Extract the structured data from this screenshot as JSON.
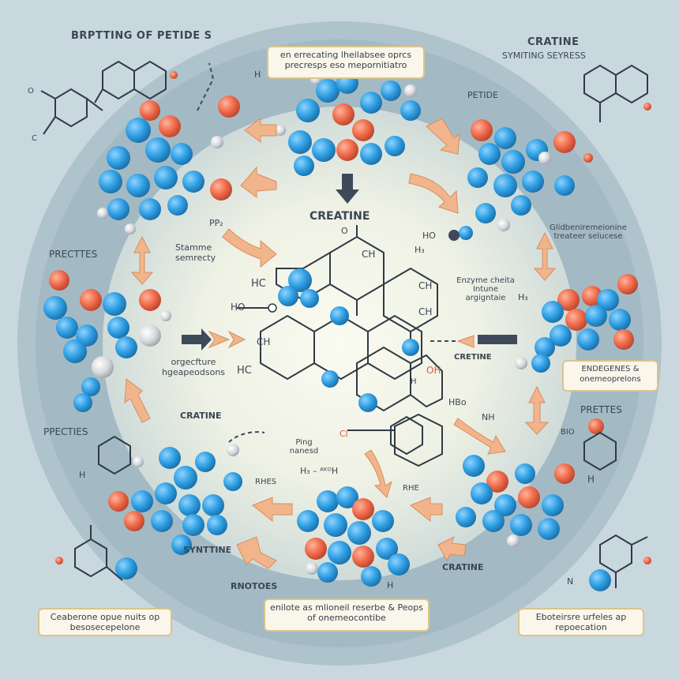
{
  "colors": {
    "background": "#c9d8de",
    "outer_ring": "#a8bdc7",
    "inner_glow": "#f4f6e9",
    "atom_blue": "#2f9fe3",
    "atom_red": "#ef6a4a",
    "atom_gray": "#d6d9dc",
    "arrow_peach": "#f2b48a",
    "arrow_dark": "#3e4a5a",
    "bond_line": "#2f3a46"
  },
  "labels": {
    "top_left_title": "BRPTTING OF PETIDE S",
    "top_right_title": "CRATINE",
    "top_right_subtitle": "SYMITING SEYRESS",
    "top_center_note": "en errecating lheilabsee oprcs precresps eso mepornitiatro",
    "petide": "PETIDE",
    "center_title": "CREATINE",
    "left_peptides": "PRECTTES",
    "left_peptides_note": "Stamme semrecty",
    "left_lower_note": "orgecfture hgeapeodsons",
    "left_bottom_peptides": "PPECTIES",
    "right_note": "Glidbeniremeionine treateer selucese",
    "enzyme_note": "Enzyme cheita Intune argigntaie",
    "right_arrow_label": "CRETINE",
    "right_box": "ENDEGENES & onemeoprelons",
    "right_peptides": "PRETTES",
    "lower_left_creatine": "CRATINE",
    "ring_note": "Ping nanesd",
    "rhes": "RHES",
    "rhe": "RHE",
    "formula_mid": "H₃ – ᴬᴷᴼH",
    "synttine": "SYNTTINE",
    "rnotoes": "RNOTOES",
    "cratine_bottom": "CRATINE",
    "bottom_center_box": "enilote as mlioneil reserbe & Peops of onemeocontibe",
    "bottom_left_box": "Ceaberone opue nuits op besosecepelone",
    "bottom_right_box": "Eboteirsre urfeles ap repoecation",
    "chem_h": "H",
    "chem_o": "O",
    "chem_c": "C",
    "chem_ch": "CH",
    "chem_ho": "HO",
    "chem_hc": "HC",
    "chem_h3": "H₃",
    "chem_nh": "NH",
    "chem_ppo": "PP₂",
    "chem_ol": "OH",
    "chem_hbo": "HBo",
    "chem_bio": "BIO",
    "chem_cl": "Cl",
    "chem_n": "N"
  }
}
